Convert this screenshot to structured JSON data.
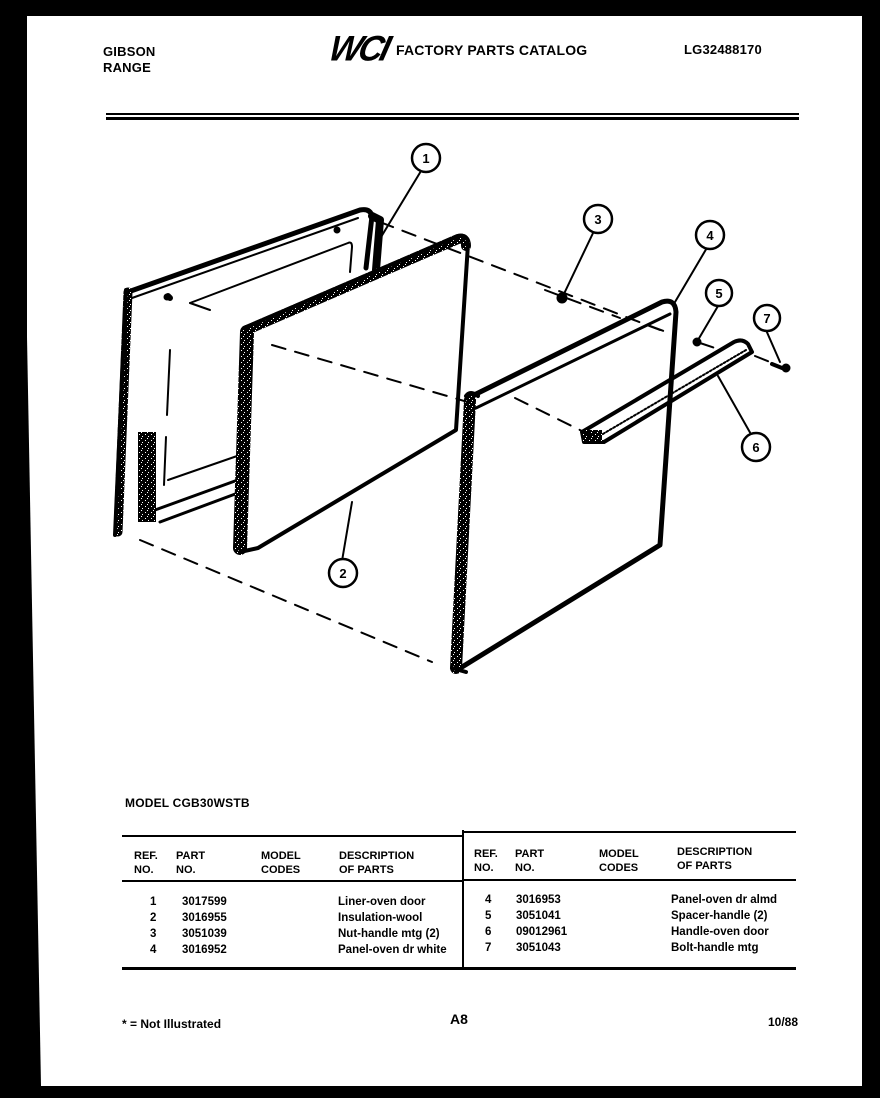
{
  "header": {
    "brand_line1": "GIBSON",
    "brand_line2": "RANGE",
    "logo": "WCI",
    "catalog_title": "FACTORY PARTS CATALOG",
    "catalog_number": "LG32488170"
  },
  "diagram": {
    "callouts": [
      "1",
      "2",
      "3",
      "4",
      "5",
      "6",
      "7"
    ]
  },
  "model": {
    "label": "MODEL CGB30WSTB"
  },
  "parts_table": {
    "columns": [
      "REF. NO.",
      "PART NO.",
      "MODEL CODES",
      "DESCRIPTION OF PARTS"
    ],
    "left": {
      "headers": {
        "ref_1": "REF.",
        "ref_2": "NO.",
        "part_1": "PART",
        "part_2": "NO.",
        "model_1": "MODEL",
        "model_2": "CODES",
        "desc_1": "DESCRIPTION",
        "desc_2": "OF PARTS"
      },
      "rows": [
        {
          "ref": "1",
          "part": "3017599",
          "codes": "",
          "desc": "Liner-oven door"
        },
        {
          "ref": "2",
          "part": "3016955",
          "codes": "",
          "desc": "Insulation-wool"
        },
        {
          "ref": "3",
          "part": "3051039",
          "codes": "",
          "desc": "Nut-handle mtg (2)"
        },
        {
          "ref": "4",
          "part": "3016952",
          "codes": "",
          "desc": "Panel-oven dr white"
        }
      ]
    },
    "right": {
      "headers": {
        "ref_1": "REF.",
        "ref_2": "NO.",
        "part_1": "PART",
        "part_2": "NO.",
        "model_1": "MODEL",
        "model_2": "CODES",
        "desc_1": "DESCRIPTION",
        "desc_2": "OF PARTS"
      },
      "rows": [
        {
          "ref": "4",
          "part": "3016953",
          "codes": "",
          "desc": "Panel-oven dr almd"
        },
        {
          "ref": "5",
          "part": "3051041",
          "codes": "",
          "desc": "Spacer-handle (2)"
        },
        {
          "ref": "6",
          "part": "09012961",
          "codes": "",
          "desc": "Handle-oven door"
        },
        {
          "ref": "7",
          "part": "3051043",
          "codes": "",
          "desc": "Bolt-handle mtg"
        }
      ]
    }
  },
  "footer": {
    "note": "* = Not Illustrated",
    "page_code": "A8",
    "date": "10/88"
  }
}
